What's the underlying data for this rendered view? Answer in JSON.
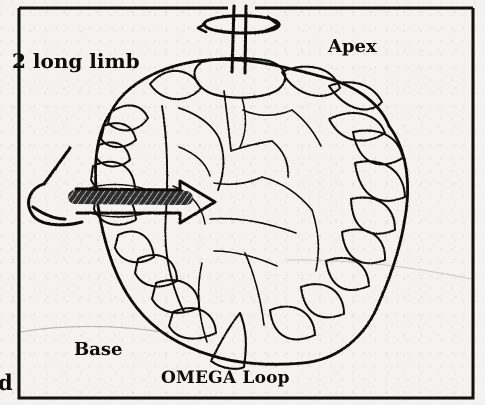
{
  "labels": {
    "long_limb": "2 long limb",
    "apex": "Apex",
    "base": "Base",
    "omega_loop": "OMEGA Loop",
    "edge_fragment": "d"
  },
  "icons": {
    "top_rotation": "rotation-arrow-icon",
    "side_rotation": "curved-arrow-icon"
  },
  "colors": {
    "ink": "#0d0d0d",
    "paper": "#f4f3f1"
  }
}
